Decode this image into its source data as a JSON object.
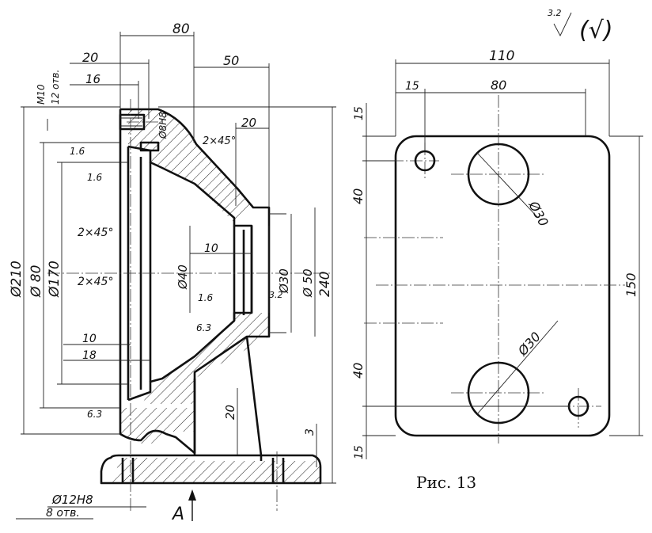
{
  "section_view": {
    "dimensions": {
      "d80_top": "80",
      "d20": "20",
      "d16": "16",
      "d50": "50",
      "d20_chamfer": "20",
      "m10": "M10",
      "holes_12": "12 отв.",
      "d8h8": "Ø8H8",
      "chamfer_top": "2×45°",
      "chamfer_a": "2×45°",
      "chamfer_b": "2×45°",
      "r16_a": "1.6",
      "r16_b": "1.6",
      "r16_c": "1.6",
      "r63_a": "6.3",
      "r63_b": "6.3",
      "r32": "3.2",
      "d10_a": "10",
      "d10_b": "10",
      "d18": "18",
      "d20_v": "20",
      "d3_v": "3",
      "phi40": "Ø40",
      "phi30": "Ø30",
      "phi50": "Ø 50",
      "phi210": "Ø210",
      "phi80": "Ø 80",
      "phi170": "Ø170",
      "d240": "240",
      "phi12h8": "Ø12H8",
      "holes_8": "8 отв.",
      "view_a": "A"
    }
  },
  "plan_view": {
    "dimensions": {
      "d110": "110",
      "d15_h": "15",
      "d80_h": "80",
      "d15_top": "15",
      "d40_top": "40",
      "phi30_top": "Ø30",
      "d150": "150",
      "phi30_bottom": "Ø30",
      "d40_bottom": "40",
      "d15_bottom": "15"
    }
  },
  "roughness_note": {
    "value": "3.2",
    "paren": "(√)"
  },
  "caption": "Рис. 13"
}
